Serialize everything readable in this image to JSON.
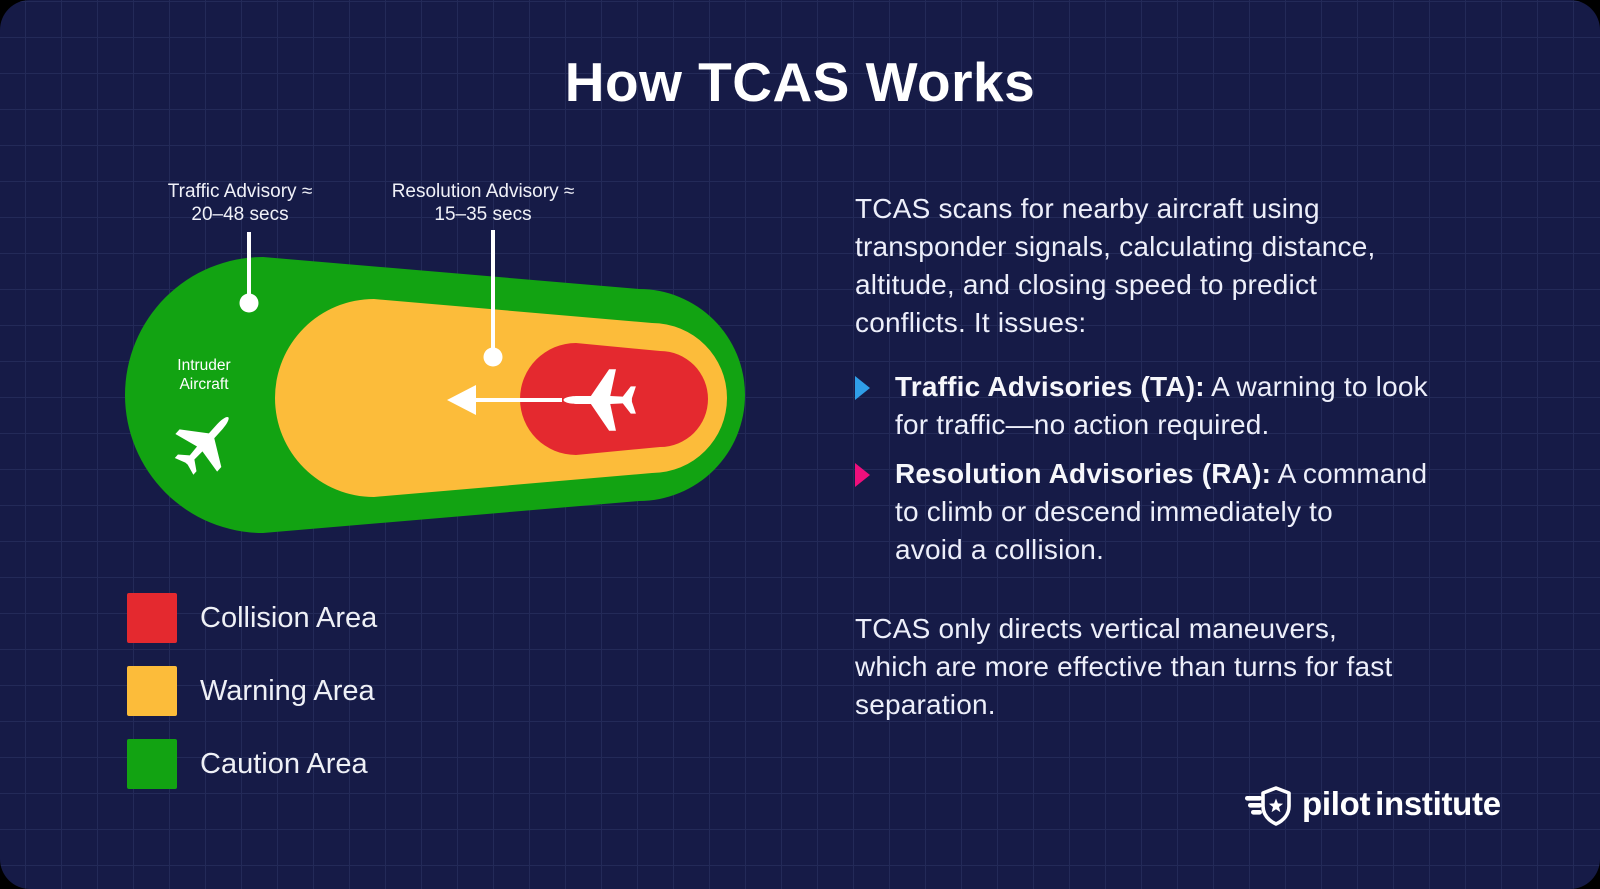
{
  "title": "How TCAS Works",
  "colors": {
    "page_bg": "#000000",
    "card_bg": "#161b47",
    "grid": "#232a58",
    "caution_green": "#12a312",
    "warning_orange": "#fcbc3a",
    "collision_red": "#e4292f",
    "ta_marker_blue": "#2f9ee8",
    "ra_marker_pink": "#ee0f7c",
    "text": "#edeffa",
    "white": "#ffffff"
  },
  "diagram": {
    "callout_ta": "Traffic Advisory ≈\n20–48 secs",
    "callout_ra": "Resolution Advisory ≈\n15–35 secs",
    "intruder_label": "Intruder\nAircraft"
  },
  "legend": [
    {
      "label": "Collision Area",
      "color": "#e4292f"
    },
    {
      "label": "Warning Area",
      "color": "#fcbc3a"
    },
    {
      "label": "Caution Area",
      "color": "#12a312"
    }
  ],
  "content": {
    "intro": "TCAS scans for nearby aircraft using\ntransponder signals, calculating distance,\naltitude, and closing speed to predict\nconflicts. It issues:",
    "bullets": [
      {
        "term": "Traffic Advisories (TA):",
        "desc": " A warning to look\nfor traffic—no action required."
      },
      {
        "term": "Resolution Advisories (RA):",
        "desc": " A command\nto climb or descend immediately to\navoid a collision."
      }
    ],
    "outro": "TCAS only directs vertical maneuvers,\nwhich are more effective than turns for fast\nseparation."
  },
  "brand": {
    "part1": "pilot",
    "part2": "institute"
  }
}
